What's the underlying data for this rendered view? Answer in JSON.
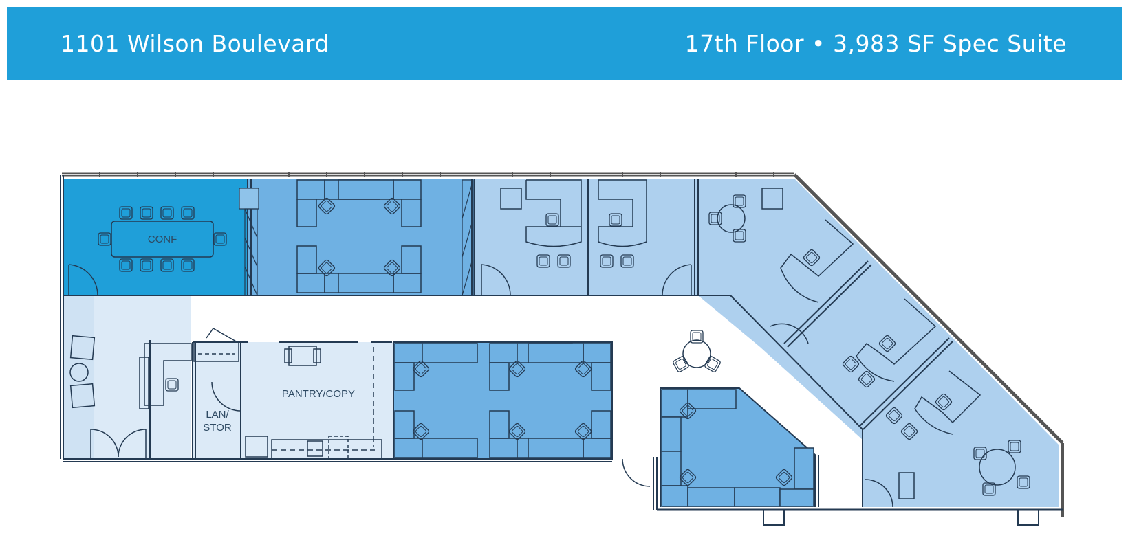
{
  "header": {
    "address": "1101 Wilson Boulevard",
    "suite_info": "17th Floor • 3,983 SF Spec Suite",
    "background_color": "#1f9fd9",
    "text_color": "#ffffff"
  },
  "floor_plan": {
    "colors": {
      "conference": "#1f9fd9",
      "open_workstations": "#6fb1e3",
      "private_offices": "#aed0ee",
      "reception_pantry": "#dceaf7",
      "corridor": "#ffffff",
      "linework": "#243a52"
    },
    "rooms": [
      {
        "id": "conf",
        "label": "CONF",
        "type": "conference",
        "chairs": 10
      },
      {
        "id": "open-area-north",
        "label": "",
        "type": "open_workstations",
        "workstations": 4
      },
      {
        "id": "office-1",
        "label": "",
        "type": "private_office",
        "guest_chairs": 2
      },
      {
        "id": "office-2",
        "label": "",
        "type": "private_office",
        "guest_chairs": 2
      },
      {
        "id": "corner-office-ne",
        "label": "",
        "type": "private_office",
        "round_table_chairs": 3
      },
      {
        "id": "office-diag-2",
        "label": "",
        "type": "private_office",
        "guest_chairs": 2
      },
      {
        "id": "corner-office-se",
        "label": "",
        "type": "private_office",
        "guest_chairs": 2,
        "round_table_chairs": 4
      },
      {
        "id": "reception",
        "label": "",
        "type": "reception",
        "lounge_chairs": 2
      },
      {
        "id": "lan-stor",
        "label_line1": "LAN/",
        "label_line2": "STOR",
        "type": "storage"
      },
      {
        "id": "pantry",
        "label": "PANTRY/COPY",
        "type": "pantry"
      },
      {
        "id": "open-area-south",
        "label": "",
        "type": "open_workstations",
        "workstations": 6
      },
      {
        "id": "open-area-angled",
        "label": "",
        "type": "open_workstations",
        "workstations": 3
      },
      {
        "id": "corridor-lounge",
        "label": "",
        "type": "lounge",
        "round_table_chairs": 3
      }
    ]
  }
}
